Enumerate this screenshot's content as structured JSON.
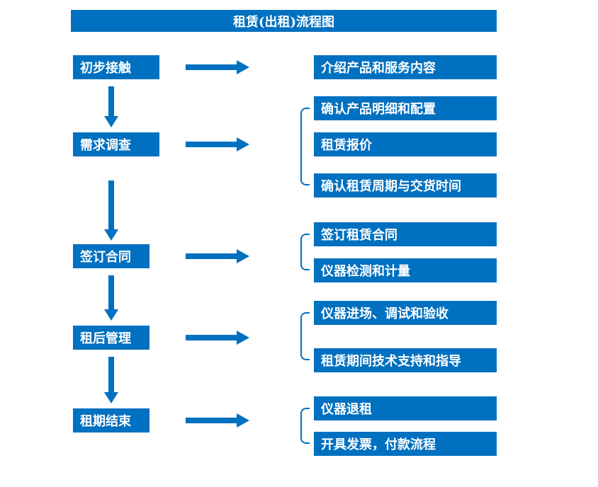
{
  "title": "租赁(出租)流程图",
  "colors": {
    "primary": "#0070C0",
    "text_on_primary": "#FFFFFF",
    "background": "#FFFFFF"
  },
  "flow": {
    "stages": [
      {
        "label": "初步接触",
        "outputs": [
          "介绍产品和服务内容"
        ]
      },
      {
        "label": "需求调查",
        "outputs": [
          "确认产品明细和配置",
          "租赁报价",
          "确认租赁周期与交货时间"
        ]
      },
      {
        "label": "签订合同",
        "outputs": [
          "签订租赁合同",
          "仪器检测和计量"
        ]
      },
      {
        "label": "租后管理",
        "outputs": [
          "仪器进场、调试和验收",
          "租赁期间技术支持和指导"
        ]
      },
      {
        "label": "租期结束",
        "outputs": [
          "仪器退租",
          "开具发票，付款流程"
        ]
      }
    ]
  }
}
